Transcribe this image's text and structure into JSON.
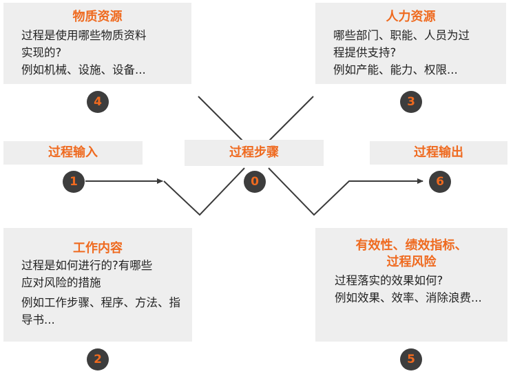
{
  "colors": {
    "accent": "#ef6a1f",
    "badge": "#3d3d3d",
    "box": "#eeeeee",
    "line": "#3a3a3a"
  },
  "center": {
    "title": "过程步骤",
    "number": "0"
  },
  "input": {
    "title": "过程输入",
    "number": "1"
  },
  "output": {
    "title": "过程输出",
    "number": "6"
  },
  "material": {
    "number": "4",
    "title": "物质资源",
    "lines": [
      "过程是使用哪些物质资料",
      "实现的?",
      "例如机械、设施、设备..."
    ]
  },
  "human": {
    "number": "3",
    "title": "人力资源",
    "lines": [
      "哪些部门、职能、人员为过",
      "程提供支持?",
      "例如产能、能力、权限..."
    ]
  },
  "work": {
    "number": "2",
    "title": "工作内容",
    "lines": [
      "过程是如何进行的?有哪些",
      "应对风险的措施",
      "例如工作步骤、程序、方法、指",
      "导书..."
    ]
  },
  "effect": {
    "number": "5",
    "title_lines": [
      "有效性、绩效指标、",
      "过程风险"
    ],
    "lines": [
      "过程落实的效果如何?",
      "例如效果、效率、消除浪费..."
    ]
  }
}
